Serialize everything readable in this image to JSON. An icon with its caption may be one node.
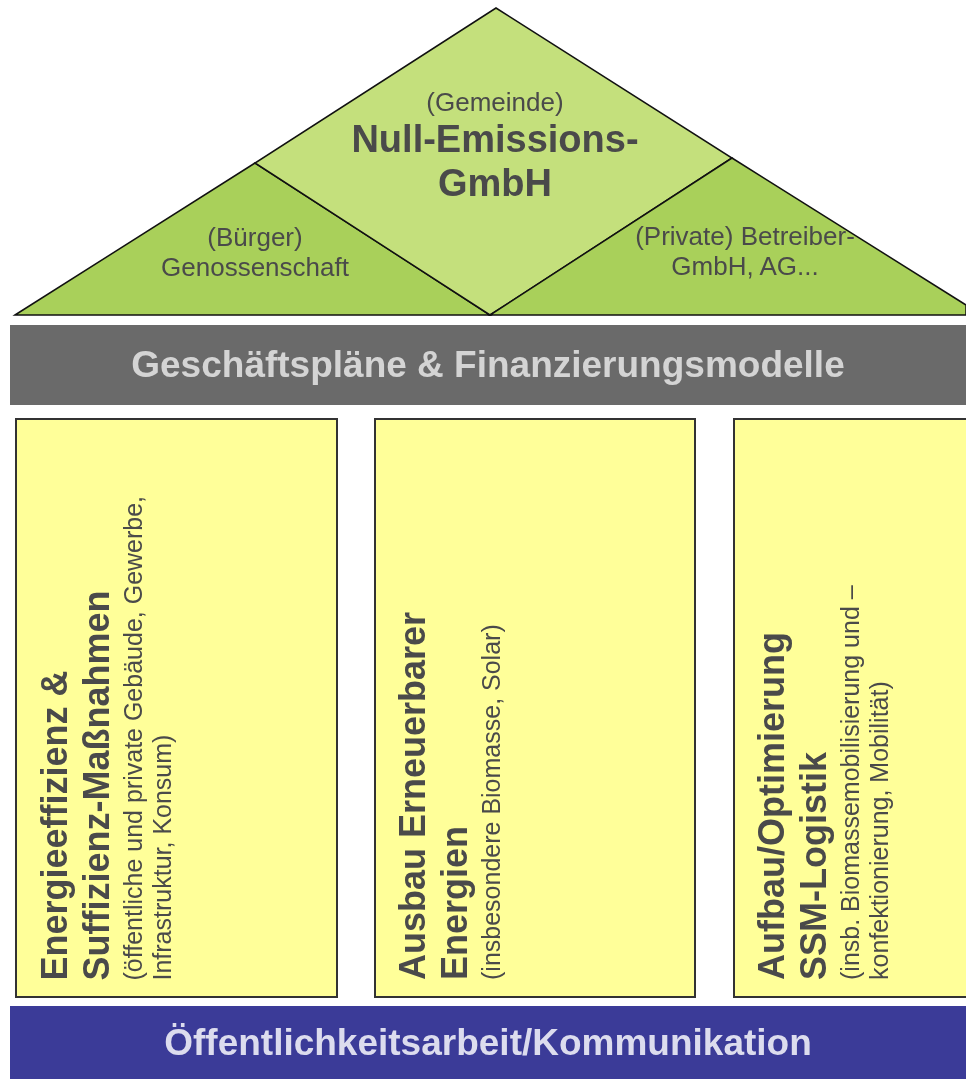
{
  "diagram": {
    "nodes": [
      {
        "text": [
          "(Bürger) Genossenschaft"
        ]
      },
      {
        "text": [
          "(Gemeinde)",
          "Null-Emissions-GmbH"
        ]
      },
      {
        "text": [
          "(Private) Betreiber-GmbH, AG..."
        ]
      },
      {
        "text": [
          "Geschäftspläne & Finanzierungsmodelle"
        ]
      },
      {
        "text": [
          "Energieeffizienz & Suffizienz-Maßnahmen",
          "(öffentliche und private Gebäude, Gewerbe, Infrastruktur, Konsum)"
        ]
      },
      {
        "text": [
          "Ausbau Erneuerbarer Energien",
          "(insbesondere Biomasse, Solar)"
        ]
      },
      {
        "text": [
          "Aufbau/Optimierung SSM-Logistik",
          "(insb. Biomassemobilisierung und –konfektionierung, Mobilität)"
        ]
      },
      {
        "text": [
          "Öffentlichkeitsarbeit/Kommunikation"
        ]
      }
    ]
  }
}
